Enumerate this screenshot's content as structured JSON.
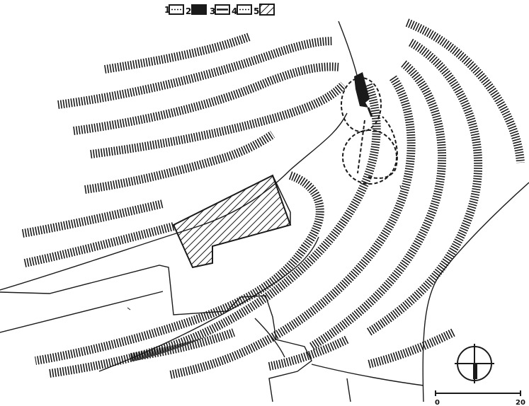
{
  "legend": {
    "items": [
      {
        "number": "1",
        "symbol": "outlined-box-with-dashes"
      },
      {
        "number": "2",
        "symbol": "solid-black-box"
      },
      {
        "number": "3",
        "symbol": "outlined-box-with-bar"
      },
      {
        "number": "4",
        "symbol": "outlined-box-with-dashes"
      },
      {
        "number": "5",
        "symbol": "diagonal-hatched-box"
      }
    ]
  },
  "scale": {
    "start_label": "0",
    "end_label": "20"
  },
  "north_arrow": {
    "icon": "north-arrow-circle-icon"
  },
  "colors": {
    "ink": "#1a1a1a",
    "paper": "#ffffff"
  }
}
